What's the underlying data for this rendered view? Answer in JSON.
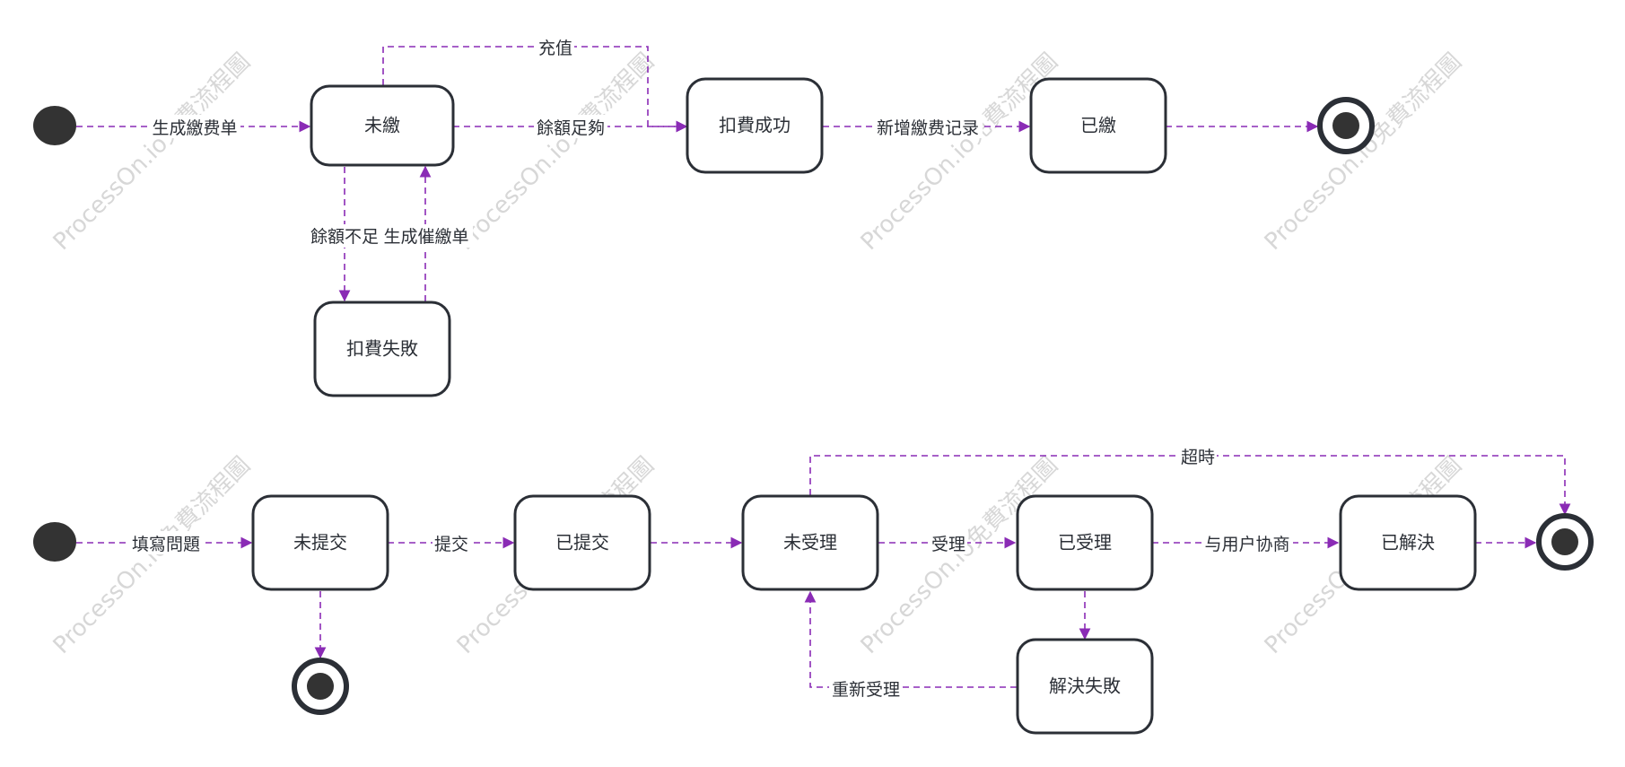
{
  "colors": {
    "edge": "#8a2bb5",
    "node_border": "#2b2f36",
    "watermark": "#d7d7d7"
  },
  "watermark": "ProcessOn.io免費流程圖",
  "nodes": {
    "weijiao": "未繳",
    "koufei_chenggong": "扣費成功",
    "yijiao": "已繳",
    "koufei_shibai": "扣費失敗",
    "wei_tijiao": "未提交",
    "yi_tijiao": "已提交",
    "wei_shouli": "未受理",
    "yi_shouli": "已受理",
    "yi_jiejue": "已解決",
    "jiejue_shibai": "解決失敗"
  },
  "edges": {
    "generate_bill": "生成繳费单",
    "balance_enough": "餘額足夠",
    "recharge": "充值",
    "add_record": "新增繳费记录",
    "balance_insufficient": "餘額不足",
    "generate_reminder": "生成催繳单",
    "fill_problem": "填寫問題",
    "submit": "提交",
    "accept": "受理",
    "negotiate": "与用户协商",
    "timeout": "超時",
    "re_accept": "重新受理"
  }
}
